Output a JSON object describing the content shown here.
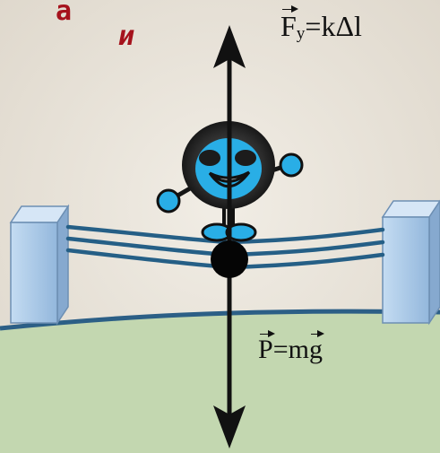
{
  "corner_letters": {
    "first": "а",
    "second": "и"
  },
  "force_label": {
    "symbol": "F",
    "subscript": "у",
    "equals": "=",
    "expression": "kΔl"
  },
  "weight_label": {
    "symbol": "P",
    "equals": "=",
    "mass": "m",
    "gravity": "g"
  },
  "colors": {
    "background": "#ebe6dc",
    "ground": "#c3d7b0",
    "rope": "#255f86",
    "posts": "#a8c8e8",
    "character": "#29aee6",
    "letters": "#a5121c",
    "arrows": "#111111"
  },
  "icons": [
    "cartoon-figure-icon",
    "force-arrow-icon",
    "body-point-icon",
    "post-icon"
  ]
}
